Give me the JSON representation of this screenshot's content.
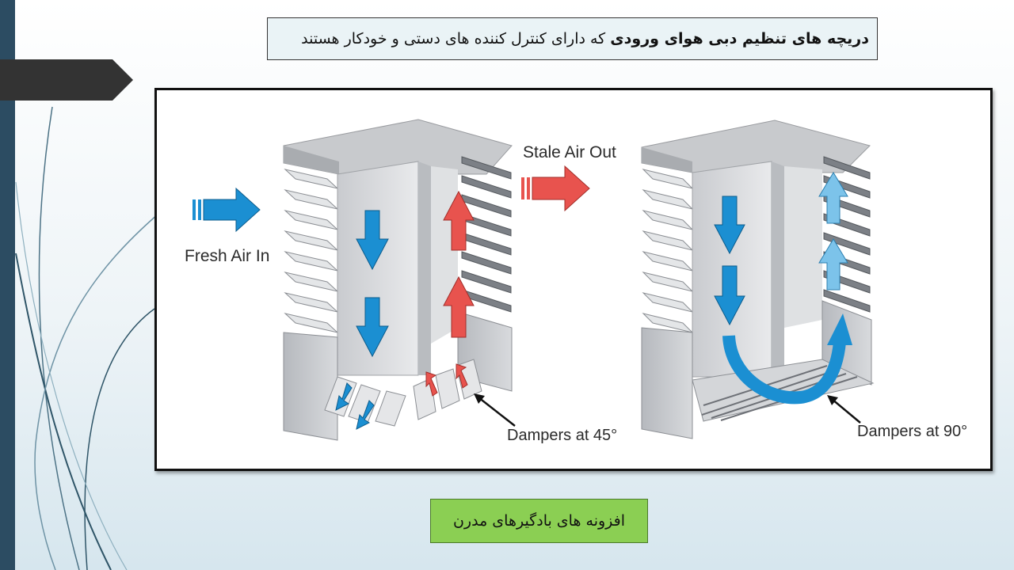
{
  "slide": {
    "title_bold": "دریچه های تنظیم دبی هوای ورودی",
    "title_rest": " که دارای کنترل کننده های دستی و خودکار هستند",
    "caption": "افزونه های بادگیرهای مدرن"
  },
  "diagram": {
    "fresh_air_label": "Fresh Air In",
    "stale_air_label": "Stale Air Out",
    "damper45_label": "Dampers at 45°",
    "damper90_label": "Dampers at 90°"
  },
  "colors": {
    "blue_arrow": "#1b8fd2",
    "red_arrow": "#e8534e",
    "light_blue_arrow": "#7cc3ea",
    "caption_bg": "#8bcf53",
    "strip": "#2c4c62"
  }
}
